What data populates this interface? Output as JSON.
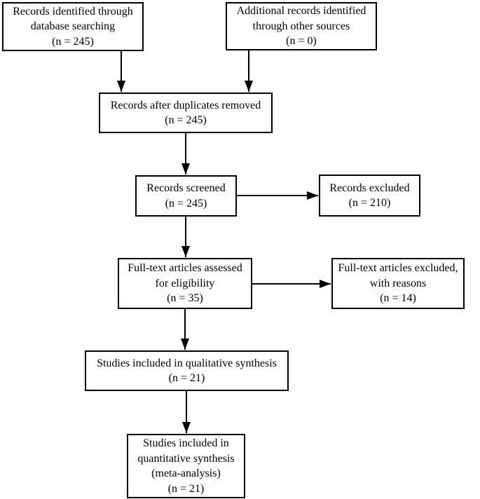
{
  "diagram": {
    "type": "flowchart",
    "nodes": {
      "records_identified": {
        "text": "Records identified through\ndatabase searching\n(n = 245)",
        "n": 245
      },
      "additional_records": {
        "text": "Additional records identified\nthrough other sources\n(n = 0)",
        "n": 0
      },
      "duplicates_removed": {
        "text": "Records after duplicates removed\n(n = 245)",
        "n": 245
      },
      "records_screened": {
        "text": "Records screened\n(n = 245)",
        "n": 245
      },
      "records_excluded": {
        "text": "Records excluded\n(n = 210)",
        "n": 210
      },
      "fulltext_assessed": {
        "text": "Full-text articles assessed\nfor eligibility\n(n = 35)",
        "n": 35
      },
      "fulltext_excluded": {
        "text": "Full-text articles excluded,\nwith reasons\n(n = 14)",
        "n": 14
      },
      "qualitative_synthesis": {
        "text": "Studies included in qualitative synthesis\n(n = 21)",
        "n": 21
      },
      "quantitative_synthesis": {
        "text": "Studies included in\nquantitative synthesis\n(meta-analysis)\n(n = 21)",
        "n": 21
      }
    },
    "edges": [
      {
        "from": "records_identified",
        "to": "duplicates_removed"
      },
      {
        "from": "additional_records",
        "to": "duplicates_removed"
      },
      {
        "from": "duplicates_removed",
        "to": "records_screened"
      },
      {
        "from": "records_screened",
        "to": "records_excluded"
      },
      {
        "from": "records_screened",
        "to": "fulltext_assessed"
      },
      {
        "from": "fulltext_assessed",
        "to": "fulltext_excluded"
      },
      {
        "from": "fulltext_assessed",
        "to": "qualitative_synthesis"
      },
      {
        "from": "qualitative_synthesis",
        "to": "quantitative_synthesis"
      }
    ],
    "colors": {
      "background": "#ffffff",
      "box_border": "#000000",
      "text": "#000000",
      "arrow": "#000000"
    }
  }
}
